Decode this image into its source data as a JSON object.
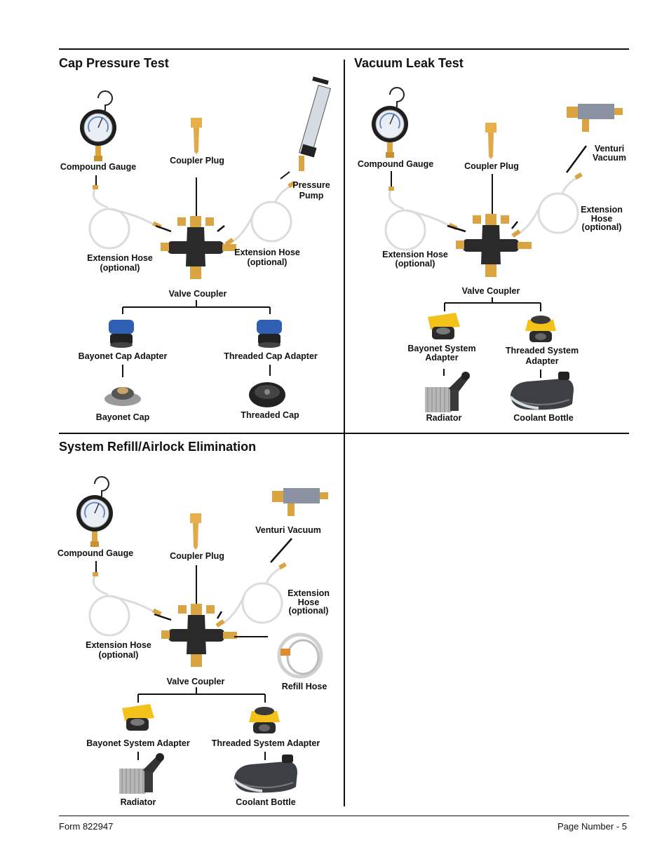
{
  "sections": {
    "cap": {
      "title": "Cap Pressure Test",
      "compound_gauge": "Compound Gauge",
      "coupler_plug": "Coupler Plug",
      "pressure_pump_1": "Pressure",
      "pressure_pump_2": "Pump",
      "ext_hose_left_1": "Extension Hose",
      "ext_hose_left_2": "(optional)",
      "ext_hose_right_1": "Extension Hose",
      "ext_hose_right_2": "(optional)",
      "valve_coupler": "Valve Coupler",
      "bayonet_cap_adapter": "Bayonet Cap Adapter",
      "threaded_cap_adapter": "Threaded Cap Adapter",
      "bayonet_cap": "Bayonet Cap",
      "threaded_cap": "Threaded Cap"
    },
    "vacuum": {
      "title": "Vacuum Leak Test",
      "compound_gauge": "Compound Gauge",
      "coupler_plug": "Coupler Plug",
      "venturi_1": "Venturi",
      "venturi_2": "Vacuum",
      "ext_hose_right_1": "Extension",
      "ext_hose_right_2": "Hose",
      "ext_hose_right_3": "(optional)",
      "ext_hose_left_1": "Extension Hose",
      "ext_hose_left_2": "(optional)",
      "valve_coupler": "Valve Coupler",
      "bayonet_system_1": "Bayonet System",
      "bayonet_system_2": "Adapter",
      "threaded_system_1": "Threaded System",
      "threaded_system_2": "Adapter",
      "radiator": "Radiator",
      "coolant_bottle": "Coolant Bottle"
    },
    "refill": {
      "title": "System Refill/Airlock Elimination",
      "compound_gauge": "Compound Gauge",
      "coupler_plug": "Coupler Plug",
      "venturi": "Venturi Vacuum",
      "ext_hose_right_1": "Extension",
      "ext_hose_right_2": "Hose",
      "ext_hose_right_3": "(optional)",
      "ext_hose_left_1": "Extension Hose",
      "ext_hose_left_2": "(optional)",
      "valve_coupler": "Valve Coupler",
      "refill_hose": "Refill Hose",
      "bayonet_system": "Bayonet System Adapter",
      "threaded_system": "Threaded System Adapter",
      "radiator": "Radiator",
      "coolant_bottle": "Coolant Bottle"
    }
  },
  "footer": {
    "form": "Form 822947",
    "page": "Page Number - 5"
  },
  "colors": {
    "brass": "#d9a441",
    "dark": "#2a2a2a",
    "blue": "#2f5fb3",
    "yellow": "#f2c21b",
    "hose": "#e6e6e6"
  }
}
